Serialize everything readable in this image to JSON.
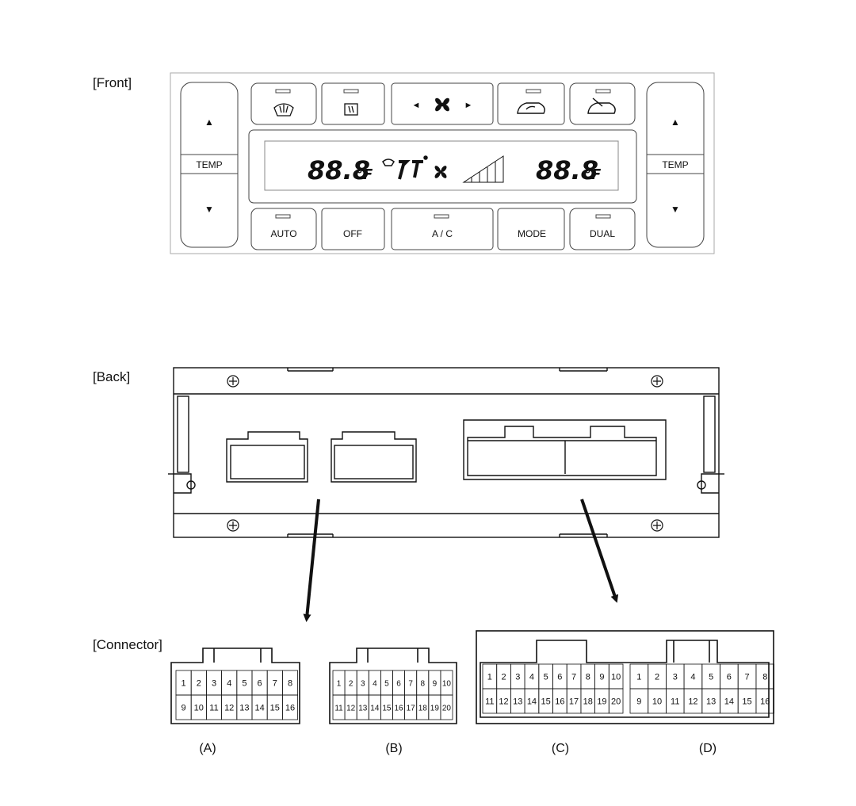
{
  "labels": {
    "front": "[Front]",
    "back": "[Back]",
    "connector": "[Connector]"
  },
  "front_panel": {
    "temp_left": "TEMP",
    "temp_right": "TEMP",
    "up_arrow": "▲",
    "down_arrow": "▼",
    "fan_left": "◄",
    "fan_right": "►",
    "display_left": "88.8",
    "display_left_unit": "°F",
    "display_right": "88.8",
    "display_right_unit": "°F",
    "bottom_buttons": [
      "AUTO",
      "OFF",
      "A / C",
      "MODE",
      "DUAL"
    ],
    "top_icons": [
      "windshield-defrost-icon",
      "rear-defrost-icon",
      "fan-speed-icon",
      "recirculation-icon",
      "fresh-air-icon"
    ]
  },
  "connectors": {
    "A": {
      "label": "(A)",
      "top": [
        "1",
        "2",
        "3",
        "4",
        "5",
        "6",
        "7",
        "8"
      ],
      "bottom": [
        "9",
        "10",
        "11",
        "12",
        "13",
        "14",
        "15",
        "16"
      ]
    },
    "B": {
      "label": "(B)",
      "top": [
        "1",
        "2",
        "3",
        "4",
        "5",
        "6",
        "7",
        "8",
        "9",
        "10"
      ],
      "bottom": [
        "11",
        "12",
        "13",
        "14",
        "15",
        "16",
        "17",
        "18",
        "19",
        "20"
      ]
    },
    "C": {
      "label": "(C)",
      "top": [
        "1",
        "2",
        "3",
        "4",
        "5",
        "6",
        "7",
        "8",
        "9",
        "10"
      ],
      "bottom": [
        "11",
        "12",
        "13",
        "14",
        "15",
        "16",
        "17",
        "18",
        "19",
        "20"
      ]
    },
    "D": {
      "label": "(D)",
      "top": [
        "1",
        "2",
        "3",
        "4",
        "5",
        "6",
        "7",
        "8"
      ],
      "bottom": [
        "9",
        "10",
        "11",
        "12",
        "13",
        "14",
        "15",
        "16"
      ]
    }
  }
}
